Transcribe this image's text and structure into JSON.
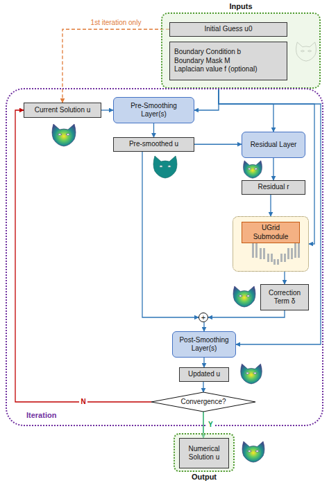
{
  "diagram": {
    "nodes": [
      {
        "text": [
          "Inputs"
        ]
      },
      {
        "text": [
          "Initial Guess u0"
        ],
        "in": 0
      },
      {
        "text": [
          "Boundary Condition b",
          "Boundary Mask M",
          "Laplacian value f (optional)"
        ],
        "in": 0
      },
      {
        "text": [
          "Iteration"
        ]
      },
      {
        "text": [
          "Current Solution u"
        ],
        "in": 3
      },
      {
        "text": [
          "Pre-Smoothing Layer(s)"
        ],
        "in": 3
      },
      {
        "text": [
          "Residual Layer"
        ],
        "in": 3
      },
      {
        "text": [
          "Pre-smoothed u"
        ],
        "in": 3
      },
      {
        "text": [
          "Residual r"
        ],
        "in": 3
      },
      {
        "text": [
          "UGrid Submodule"
        ],
        "in": 3
      },
      {
        "text": [
          "Correction Term δ"
        ],
        "in": 3
      },
      {
        "text": [
          "+"
        ],
        "in": 3
      },
      {
        "text": [
          "Post-Smoothing Layer(s)"
        ],
        "in": 3
      },
      {
        "text": [
          "Updated u"
        ],
        "in": 3
      },
      {
        "text": [
          "Convergence?"
        ],
        "in": 3
      },
      {
        "text": [
          "Output"
        ]
      },
      {
        "text": [
          "Numerical Solution u"
        ],
        "in": 15
      }
    ],
    "edges": [
      {
        "from": 1,
        "to": 4,
        "arrow": "to",
        "label": "1st iteration only"
      },
      {
        "from": 0,
        "to": 5,
        "arrow": "to"
      },
      {
        "from": 0,
        "to": 6,
        "arrow": "to"
      },
      {
        "from": 0,
        "to": 9,
        "arrow": "to"
      },
      {
        "from": 0,
        "to": 12,
        "arrow": "to"
      },
      {
        "from": 4,
        "to": 5,
        "arrow": "to"
      },
      {
        "from": 5,
        "to": 7,
        "arrow": "to"
      },
      {
        "from": 7,
        "to": 6,
        "arrow": "to"
      },
      {
        "from": 6,
        "to": 8,
        "arrow": "to"
      },
      {
        "from": 8,
        "to": 9,
        "arrow": "to"
      },
      {
        "from": 9,
        "to": 10,
        "arrow": "to"
      },
      {
        "from": 7,
        "to": 11,
        "arrow": "to"
      },
      {
        "from": 10,
        "to": 11,
        "arrow": "to"
      },
      {
        "from": 11,
        "to": 12,
        "arrow": "to"
      },
      {
        "from": 12,
        "to": 13,
        "arrow": "to"
      },
      {
        "from": 13,
        "to": 14,
        "arrow": "to"
      },
      {
        "from": 14,
        "to": 4,
        "arrow": "to",
        "label": "N"
      },
      {
        "from": 14,
        "to": 16,
        "arrow": "to",
        "label": "Y"
      }
    ]
  }
}
